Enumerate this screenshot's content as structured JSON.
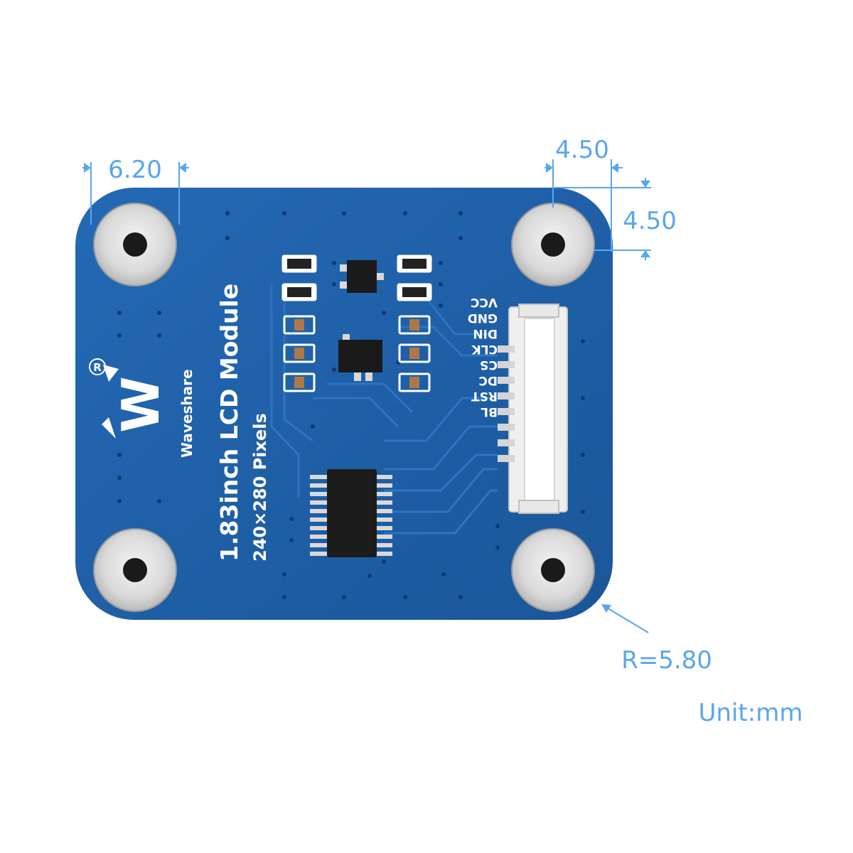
{
  "dimensions": {
    "hole_offset_left": "6.20",
    "hole_offset_right_horizontal": "4.50",
    "hole_offset_right_vertical": "4.50",
    "corner_radius": "R=5.80",
    "unit": "Unit:mm"
  },
  "silkscreen": {
    "brand": "Waveshare",
    "title": "1.83inch LCD Module",
    "resolution": "240×280 Pixels",
    "registered_mark": "R"
  },
  "connector_pins": [
    "BL",
    "RST",
    "DC",
    "CS",
    "CLK",
    "DIN",
    "GND",
    "VCC"
  ],
  "colors": {
    "pcb": "#1d5fa8",
    "dimension": "#5aa5ee"
  },
  "icons": {
    "logo": "waveshare-logo-icon"
  }
}
